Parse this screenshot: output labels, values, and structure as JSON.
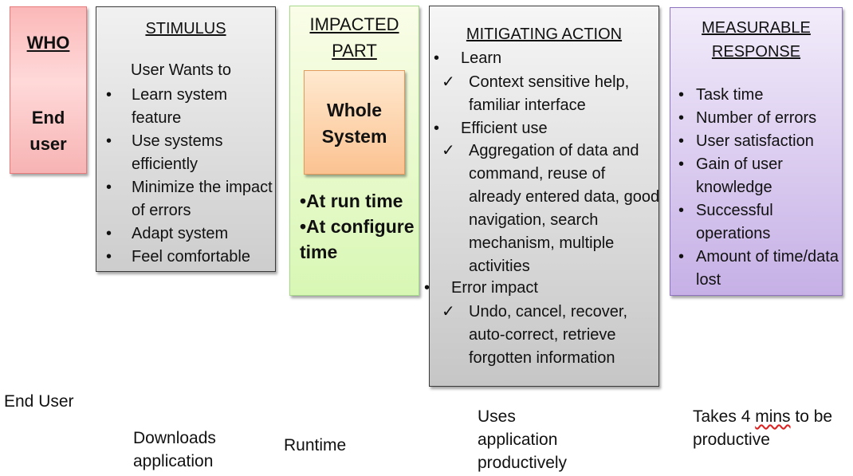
{
  "who": {
    "title": "WHO",
    "value_line1": "End",
    "value_line2": "user"
  },
  "stimulus": {
    "title": "STIMULUS",
    "intro": "User Wants to",
    "items": [
      "Learn system feature",
      "Use systems efficiently",
      "Minimize the impact of errors",
      "Adapt system",
      "Feel comfortable"
    ]
  },
  "impacted": {
    "title_line1": "IMPACTED",
    "title_line2": "PART",
    "box_line1": "Whole",
    "box_line2": "System",
    "items": [
      "•At run time",
      "•At configure time"
    ]
  },
  "mitigating": {
    "title": "MITIGATING ACTION",
    "items": [
      {
        "label": "Learn",
        "detail": "Context sensitive help, familiar interface"
      },
      {
        "label": "Efficient use",
        "detail": "Aggregation of data and command, reuse of already entered data, good navigation, search mechanism, multiple activities"
      },
      {
        "label": "Error impact",
        "detail": "Undo, cancel, recover, auto-correct, retrieve forgotten information"
      }
    ]
  },
  "measurable": {
    "title_line1": "MEASURABLE",
    "title_line2": "RESPONSE",
    "items": [
      "Task time",
      "Number of errors",
      "User satisfaction",
      "Gain of user knowledge",
      "Successful operations",
      "Amount of time/data lost"
    ]
  },
  "bottom": {
    "who": "End User",
    "stimulus": "Downloads application",
    "impacted": "Runtime",
    "mitigating": "Uses application productively",
    "measurable_pre": "Takes 4 ",
    "measurable_squiggle": "mins",
    "measurable_post": " to be productive"
  }
}
